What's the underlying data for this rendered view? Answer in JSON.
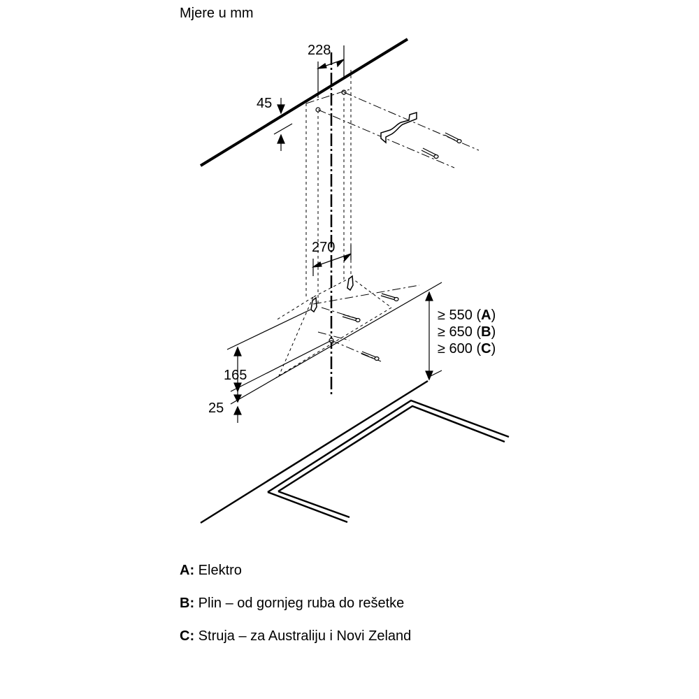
{
  "caption": "Mjere u mm",
  "dimensions": {
    "top_width": "228",
    "top_offset": "45",
    "middle_width": "270",
    "height_bottom": "165",
    "lower_offset": "25"
  },
  "clearance": [
    {
      "prefix": "≥ 550 (",
      "key": "A",
      "suffix": ")"
    },
    {
      "prefix": "≥ 650 (",
      "key": "B",
      "suffix": ")"
    },
    {
      "prefix": "≥ 600 (",
      "key": "C",
      "suffix": ")"
    }
  ],
  "legend": [
    {
      "key": "A:",
      "text": " Elektro"
    },
    {
      "key": "B:",
      "text": " Plin – od gornjeg ruba do rešetke"
    },
    {
      "key": "C:",
      "text": " Struja – za Australiju i Novi Zeland"
    }
  ]
}
